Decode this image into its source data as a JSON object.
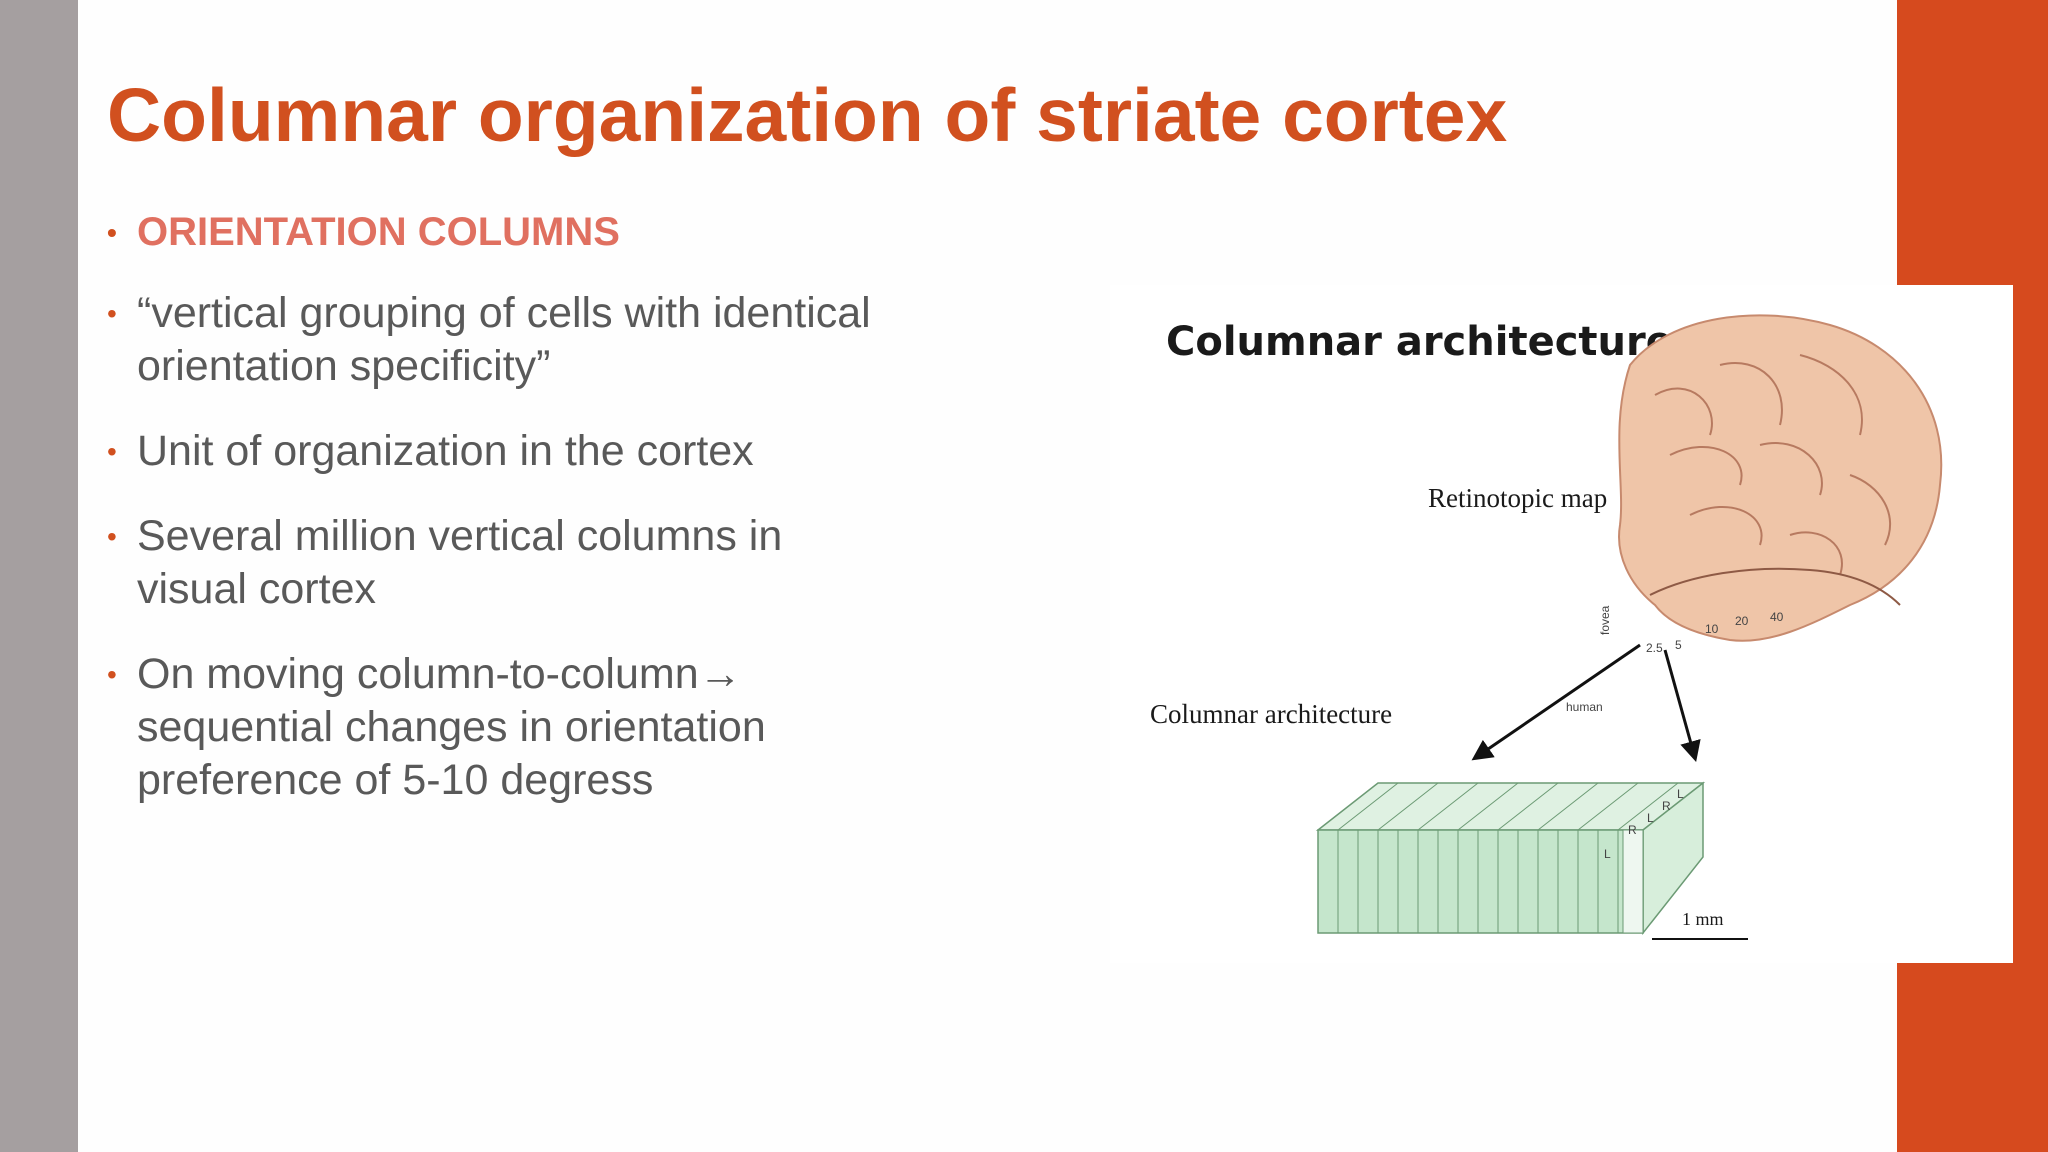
{
  "slide": {
    "title": "Columnar organization of striate cortex",
    "bullets": [
      {
        "lines": [
          "ORIENTATION COLUMNS"
        ]
      },
      {
        "lines": [
          "“vertical grouping of cells with identical",
          "orientation specificity”"
        ]
      },
      {
        "lines": [
          "Unit of organization in the cortex"
        ]
      },
      {
        "lines": [
          "Several million vertical columns in",
          "visual cortex"
        ]
      },
      {
        "lines": [
          "On moving column-to-column→",
          "sequential changes in orientation",
          "preference of 5-10 degress"
        ]
      }
    ]
  },
  "figure": {
    "title": "Columnar architecture of V1",
    "retinotopic_label": "Retinotopic map",
    "columnar_label": "Columnar architecture",
    "fovea_label": "fovea",
    "human_label": "human",
    "eccentricity_ticks": [
      "2.5",
      "5",
      "10",
      "20",
      "40"
    ],
    "column_letters": [
      "L",
      "R",
      "L",
      "R",
      "L"
    ],
    "scale_label": "1 mm"
  },
  "colors": {
    "accent": "#d64a1e",
    "title": "#d1501f",
    "heading_bullet": "#e07060",
    "body_text": "#595959",
    "left_bar": "#a59fa0",
    "column_green": "#c5e6cc"
  }
}
